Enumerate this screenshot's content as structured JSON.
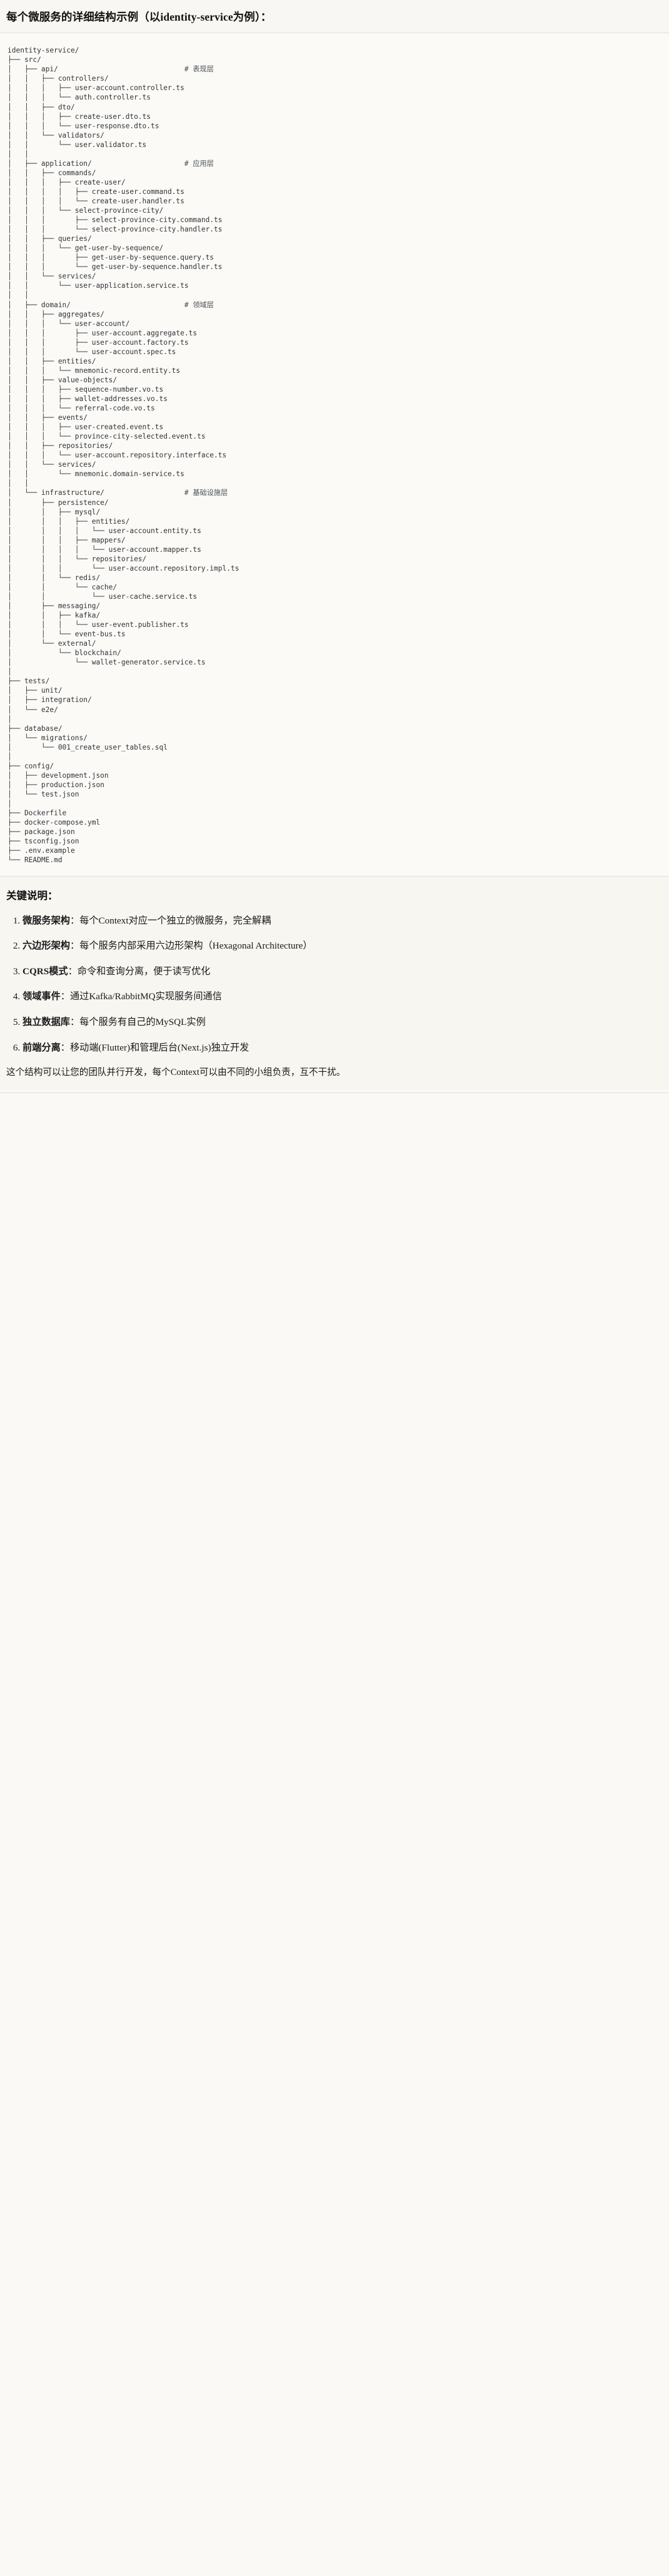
{
  "document": {
    "title": "每个微服务的详细结构示例（以identity-service为例）：",
    "notes_heading": "关键说明：",
    "closing": "这个结构可以让您的团队并行开发，每个Context可以由不同的小组负责，互不干扰。"
  },
  "tree": {
    "root": "identity-service/",
    "comments": {
      "api": "# 表现层",
      "application": "# 应用层",
      "domain": "# 领域层",
      "infrastructure": "# 基础设施层"
    },
    "lines": [
      "identity-service/",
      "├── src/",
      "│   ├── api/                              # 表现层",
      "│   │   ├── controllers/",
      "│   │   │   ├── user-account.controller.ts",
      "│   │   │   └── auth.controller.ts",
      "│   │   ├── dto/",
      "│   │   │   ├── create-user.dto.ts",
      "│   │   │   └── user-response.dto.ts",
      "│   │   └── validators/",
      "│   │       └── user.validator.ts",
      "│   │",
      "│   ├── application/                      # 应用层",
      "│   │   ├── commands/",
      "│   │   │   ├── create-user/",
      "│   │   │   │   ├── create-user.command.ts",
      "│   │   │   │   └── create-user.handler.ts",
      "│   │   │   └── select-province-city/",
      "│   │   │       ├── select-province-city.command.ts",
      "│   │   │       └── select-province-city.handler.ts",
      "│   │   ├── queries/",
      "│   │   │   └── get-user-by-sequence/",
      "│   │   │       ├── get-user-by-sequence.query.ts",
      "│   │   │       └── get-user-by-sequence.handler.ts",
      "│   │   └── services/",
      "│   │       └── user-application.service.ts",
      "│   │",
      "│   ├── domain/                           # 领域层",
      "│   │   ├── aggregates/",
      "│   │   │   └── user-account/",
      "│   │   │       ├── user-account.aggregate.ts",
      "│   │   │       ├── user-account.factory.ts",
      "│   │   │       └── user-account.spec.ts",
      "│   │   ├── entities/",
      "│   │   │   └── mnemonic-record.entity.ts",
      "│   │   ├── value-objects/",
      "│   │   │   ├── sequence-number.vo.ts",
      "│   │   │   ├── wallet-addresses.vo.ts",
      "│   │   │   └── referral-code.vo.ts",
      "│   │   ├── events/",
      "│   │   │   ├── user-created.event.ts",
      "│   │   │   └── province-city-selected.event.ts",
      "│   │   ├── repositories/",
      "│   │   │   └── user-account.repository.interface.ts",
      "│   │   └── services/",
      "│   │       └── mnemonic.domain-service.ts",
      "│   │",
      "│   └── infrastructure/                   # 基础设施层",
      "│       ├── persistence/",
      "│       │   ├── mysql/",
      "│       │   │   ├── entities/",
      "│       │   │   │   └── user-account.entity.ts",
      "│       │   │   ├── mappers/",
      "│       │   │   │   └── user-account.mapper.ts",
      "│       │   │   └── repositories/",
      "│       │   │       └── user-account.repository.impl.ts",
      "│       │   └── redis/",
      "│       │       └── cache/",
      "│       │           └── user-cache.service.ts",
      "│       ├── messaging/",
      "│       │   ├── kafka/",
      "│       │   │   └── user-event.publisher.ts",
      "│       │   └── event-bus.ts",
      "│       └── external/",
      "│           └── blockchain/",
      "│               └── wallet-generator.service.ts",
      "│",
      "├── tests/",
      "│   ├── unit/",
      "│   ├── integration/",
      "│   └── e2e/",
      "│",
      "├── database/",
      "│   └── migrations/",
      "│       └── 001_create_user_tables.sql",
      "│",
      "├── config/",
      "│   ├── development.json",
      "│   ├── production.json",
      "│   └── test.json",
      "│",
      "├── Dockerfile",
      "├── docker-compose.yml",
      "├── package.json",
      "├── tsconfig.json",
      "├── .env.example",
      "└── README.md"
    ]
  },
  "notes": [
    {
      "term": "微服务架构",
      "sep": "：",
      "desc": "每个Context对应一个独立的微服务，完全解耦"
    },
    {
      "term": "六边形架构",
      "sep": "：",
      "desc": "每个服务内部采用六边形架构（Hexagonal Architecture）"
    },
    {
      "term": "CQRS模式",
      "sep": "：",
      "desc": "命令和查询分离，便于读写优化"
    },
    {
      "term": "领域事件",
      "sep": "：",
      "desc": "通过Kafka/RabbitMQ实现服务间通信"
    },
    {
      "term": "独立数据库",
      "sep": "：",
      "desc": "每个服务有自己的MySQL实例"
    },
    {
      "term": "前端分离",
      "sep": "：",
      "desc": "移动端(Flutter)和管理后台(Next.js)独立开发"
    }
  ]
}
